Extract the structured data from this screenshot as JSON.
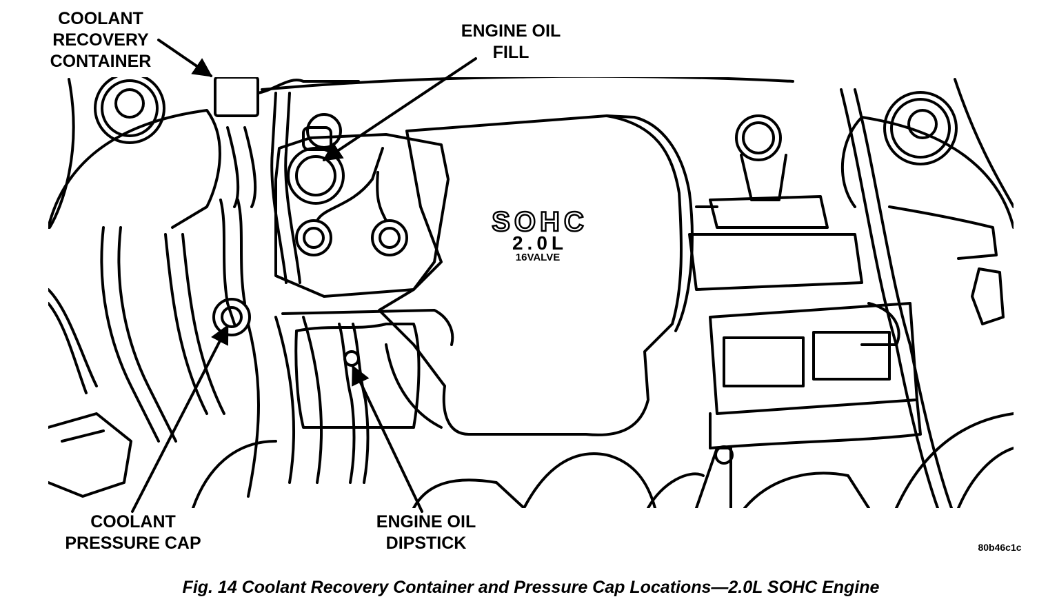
{
  "callouts": {
    "coolant_recovery_container": [
      "COOLANT",
      "RECOVERY",
      "CONTAINER"
    ],
    "engine_oil_fill": [
      "ENGINE OIL",
      "FILL"
    ],
    "coolant_pressure_cap": [
      "COOLANT",
      "PRESSURE CAP"
    ],
    "engine_oil_dipstick": [
      "ENGINE OIL",
      "DIPSTICK"
    ]
  },
  "engine_cover": {
    "line1": "SOHC",
    "line2": "2.0L",
    "line3": "16VALVE"
  },
  "image_code": "80b46c1c",
  "caption": "Fig. 14 Coolant Recovery Container and Pressure Cap Locations—2.0L SOHC Engine",
  "colors": {
    "ink": "#000000",
    "paper": "#ffffff"
  }
}
